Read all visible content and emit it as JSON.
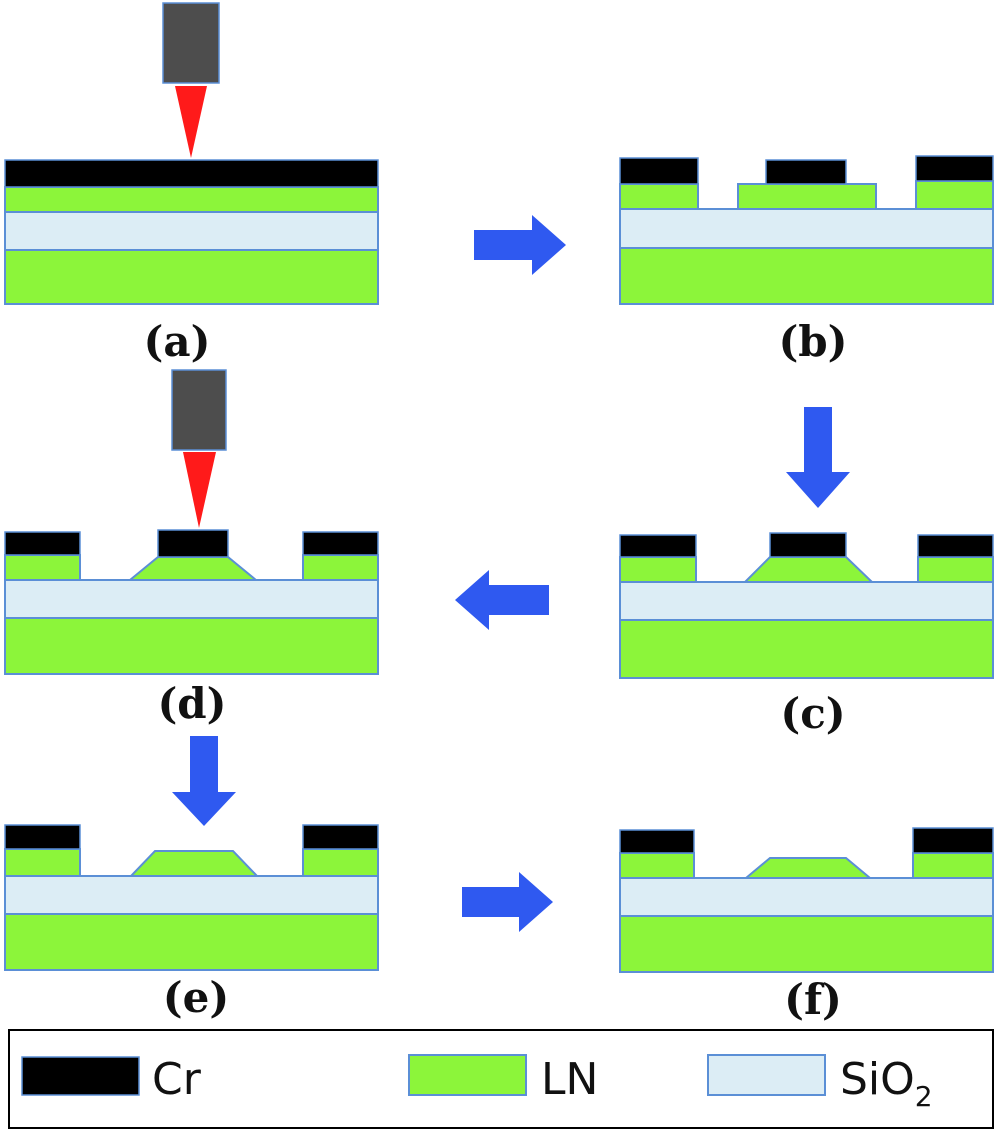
{
  "colors": {
    "cr": "#000000",
    "ln": "#8cf53a",
    "sio2": "#dcedf5",
    "outline": "#5b8fd6",
    "arrow": "#2f59f0",
    "laser": "#ff1a1a",
    "lens": "#4d4d4d",
    "legend_border": "#000000"
  },
  "panels": [
    {
      "id": "a",
      "label": "(a)"
    },
    {
      "id": "b",
      "label": "(b)"
    },
    {
      "id": "c",
      "label": "(c)"
    },
    {
      "id": "d",
      "label": "(d)"
    },
    {
      "id": "e",
      "label": "(e)"
    },
    {
      "id": "f",
      "label": "(f)"
    }
  ],
  "arrows": [
    {
      "from": "a",
      "to": "b",
      "direction": "right"
    },
    {
      "from": "b",
      "to": "c",
      "direction": "down"
    },
    {
      "from": "c",
      "to": "d",
      "direction": "left"
    },
    {
      "from": "d",
      "to": "e",
      "direction": "down"
    },
    {
      "from": "e",
      "to": "f",
      "direction": "right"
    }
  ],
  "legend": {
    "items": [
      {
        "key": "cr",
        "label": "Cr",
        "sub": ""
      },
      {
        "key": "ln",
        "label": "LN",
        "sub": ""
      },
      {
        "key": "sio2",
        "label": "SiO",
        "sub": "2"
      }
    ]
  }
}
